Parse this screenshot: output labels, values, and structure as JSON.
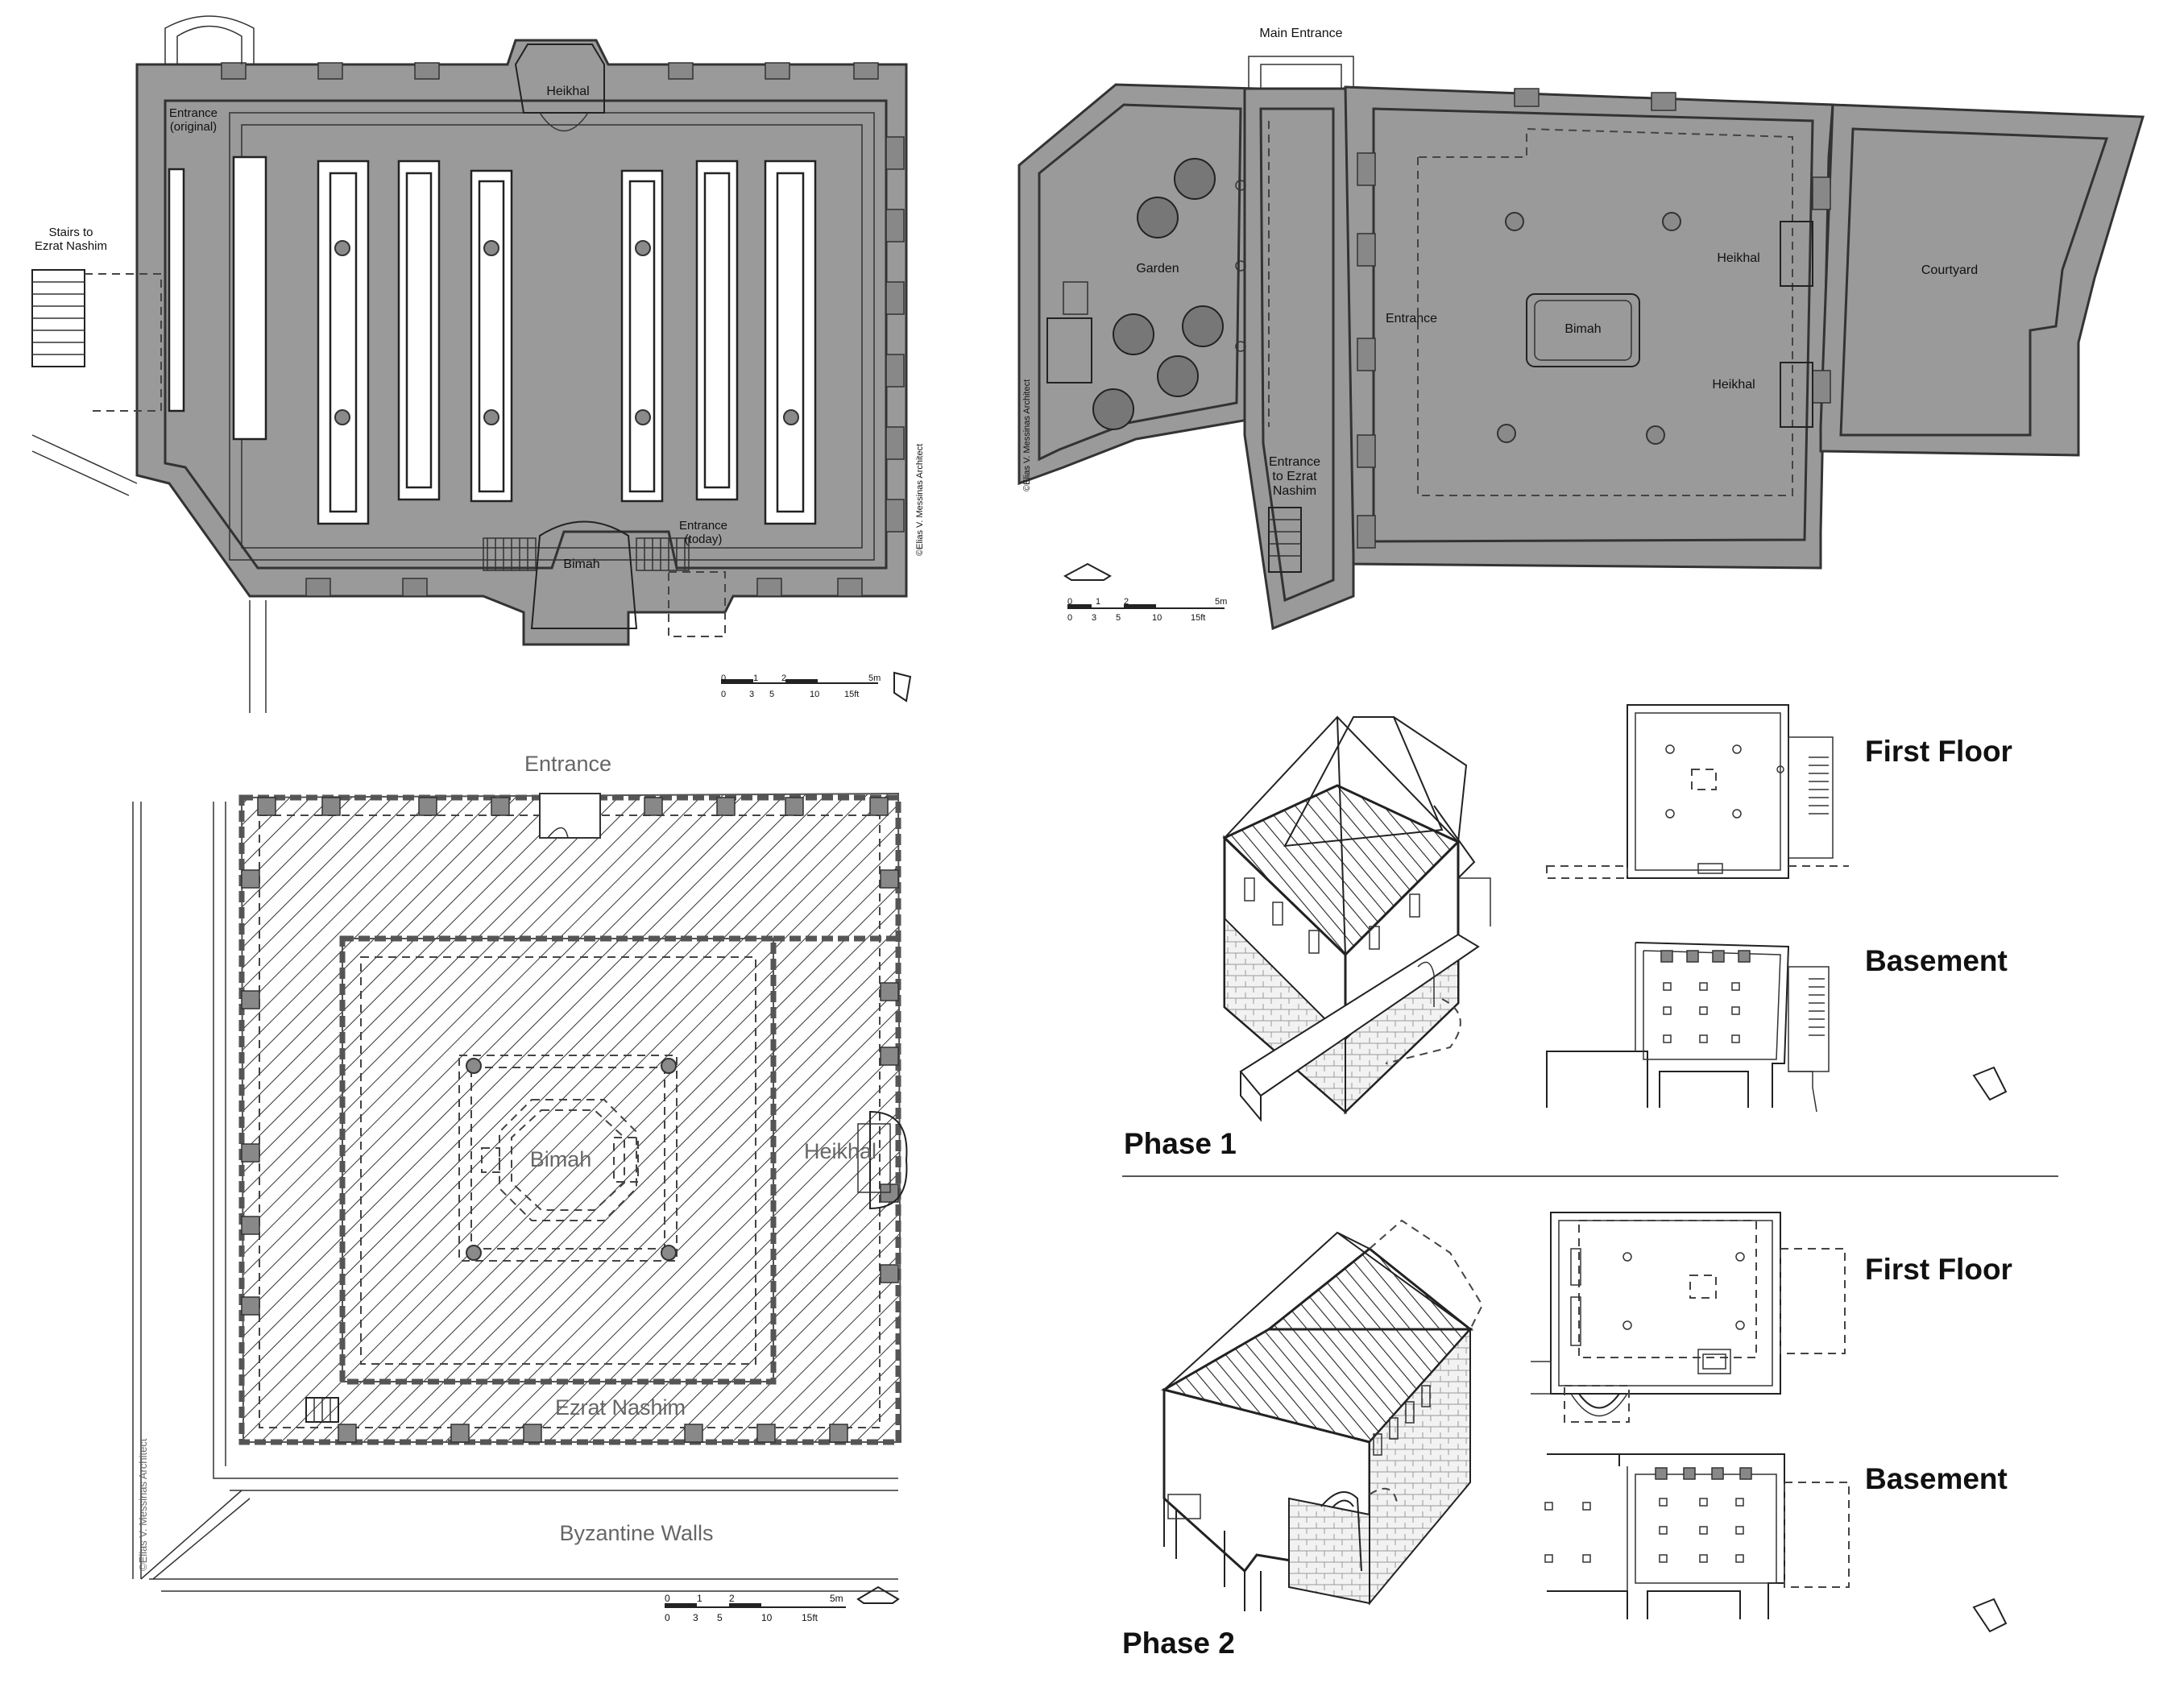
{
  "plans": {
    "top_left": {
      "heikhal": "Heikhal",
      "entrance_original": [
        "Entrance",
        "(original)"
      ],
      "stairs": [
        "Stairs to",
        "Ezrat Nashim"
      ],
      "bimah": "Bimah",
      "entrance_today": [
        "Entrance",
        "(today)"
      ],
      "credit": "©Elias V. Messinas Architect",
      "scale_m": [
        "0",
        "1",
        "2",
        "5m"
      ],
      "scale_ft": [
        "0",
        "3",
        "5",
        "10",
        "15ft"
      ]
    },
    "top_right": {
      "main_entrance": "Main Entrance",
      "garden": "Garden",
      "entrance": "Entrance",
      "bimah": "Bimah",
      "heikhal_upper": "Heikhal",
      "heikhal_lower": "Heikhal",
      "courtyard": "Courtyard",
      "entrance_ezrat": [
        "Entrance",
        "to Ezrat",
        "Nashim"
      ],
      "credit": "©Elias V. Messinas Architect",
      "scale_m": [
        "0",
        "1",
        "2",
        "5m"
      ],
      "scale_ft": [
        "0",
        "3",
        "5",
        "10",
        "15ft"
      ]
    },
    "bottom_left": {
      "entrance": "Entrance",
      "bimah": "Bimah",
      "heikhal": "Heikhal",
      "ezrat_nashim": "Ezrat Nashim",
      "byzantine_walls": "Byzantine Walls",
      "credit": "©Elias V. Messinas Architect",
      "scale_m": [
        "0",
        "1",
        "2",
        "5m"
      ],
      "scale_ft": [
        "0",
        "3",
        "5",
        "10",
        "15ft"
      ]
    },
    "bottom_right": {
      "phase1": "Phase 1",
      "phase2": "Phase 2",
      "first_floor_1": "First Floor",
      "basement_1": "Basement",
      "first_floor_2": "First Floor",
      "basement_2": "Basement"
    }
  },
  "colors": {
    "wall_fill": "#9a9a9a",
    "line": "#222222",
    "background": "#ffffff"
  }
}
